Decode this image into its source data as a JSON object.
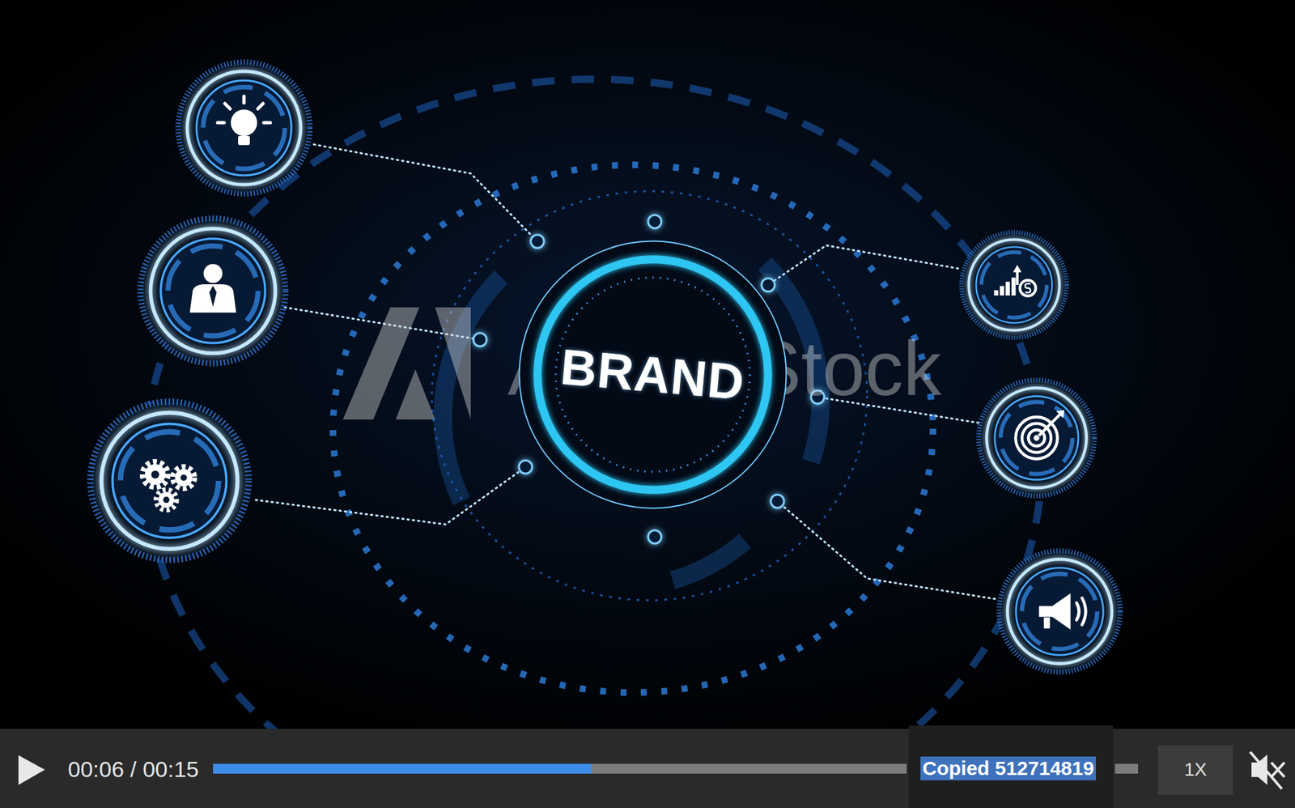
{
  "diagram": {
    "nodes": [
      {
        "text": [
          "BRAND"
        ]
      }
    ],
    "labels": [
      "Adobe Stock",
      "00:06 / 00:15",
      "Copied 512714819",
      "1X"
    ]
  }
}
